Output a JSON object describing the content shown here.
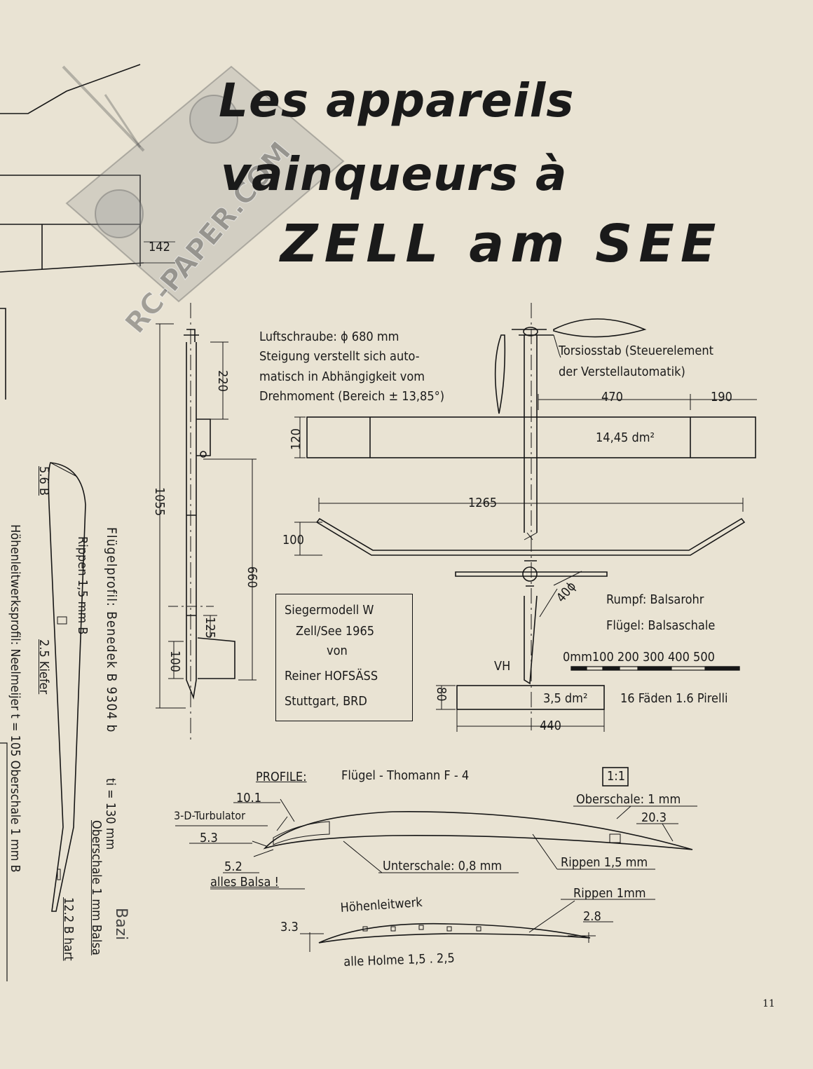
{
  "title": {
    "line1": "Les appareils",
    "line2": "vainqueurs à",
    "line3": "ZELL am SEE"
  },
  "watermark": "RC-PAPER.COM",
  "prop_note": {
    "line1": "Luftschraube:  ϕ 680 mm",
    "line2": "Steigung verstellt sich auto-",
    "line3": "matisch in Abhängigkeit vom",
    "line4": "Drehmoment (Bereich ± 13,85°)"
  },
  "torsion_note": {
    "line1": "Torsiosstab  (Steuerelement",
    "line2": "der Verstellautomatik)"
  },
  "dims": {
    "d470": "470",
    "d190": "190",
    "d120": "120",
    "wing_area": "14,45 dm²",
    "d1265": "1265",
    "d100": "100",
    "d40": "40ϕ",
    "d1055": "1055",
    "d220": "220",
    "d660": "660",
    "d125": "125",
    "d100b": "100",
    "d142": "142",
    "d80": "80",
    "stab_area": "3,5 dm²",
    "d440": "440",
    "vh": "VH"
  },
  "materials": {
    "rumpf": "Rumpf: Balsarohr",
    "fluegel": "Flügel: Balsaschale"
  },
  "scale": {
    "label": "0mm100  200   300   400   500"
  },
  "rubber": "16 Fäden 1.6 Pirelli",
  "winner_box": {
    "line1": "Siegermodell  W",
    "line2": "Zell/See  1965",
    "line3": "von",
    "line4": "Reiner HOFSÄSS",
    "line5": "Stuttgart,   BRD"
  },
  "profile": {
    "heading": "PROFILE:",
    "subtitle": "Flügel  -  Thomann   F - 4",
    "scale": "1:1",
    "l101": "10.1",
    "turbulator": "3-D-Turbulator",
    "l53": "5.3",
    "l52": "5.2",
    "balsa": "alles Balsa !",
    "unterschale": "Unterschale: 0,8 mm",
    "rippen": "Rippen 1,5 mm",
    "oberschale": "Oberschale: 1 mm",
    "l203": "20.3",
    "hoehen": "Höhenleitwerk",
    "rippen1": "Rippen 1mm",
    "l33": "3.3",
    "l28": "2.8",
    "holme": "alle Holme  1,5 . 2,5"
  },
  "left_side": {
    "fluegelprofil": "Flügelprofil:   Benedek   B  9304 b",
    "ti": "ti = 130 mm",
    "bazi": "Bazi",
    "rippen": "Rippen  1,5 mm B",
    "b56": "5.6 B",
    "kiefer": "2.5 Kiefer",
    "oberschale_balsa": "Oberschale 1 mm Balsa",
    "b122": "12.2 B hart",
    "hoehenleit": "Höhenleitwerksprofil:  Neelmeijer     t  =  105    Oberschale  1 mm B"
  },
  "page_number": "11"
}
